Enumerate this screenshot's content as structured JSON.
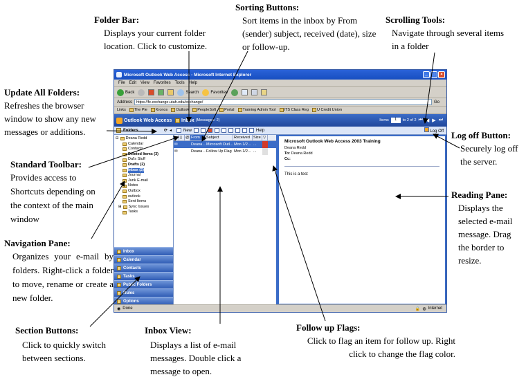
{
  "callouts": {
    "folder_bar": {
      "title": "Folder Bar:",
      "desc": "Displays your current folder location. Click to customize."
    },
    "sorting": {
      "title": "Sorting Buttons:",
      "desc": "Sort items in the inbox by From (sender) subject, received (date), size or follow-up."
    },
    "scrolling": {
      "title": "Scrolling Tools:",
      "desc": "Navigate through several items in a folder"
    },
    "update_all": {
      "title": "Update All Folders:",
      "desc": "Refreshes the browser window to show any new messages or additions."
    },
    "log_off": {
      "title": "Log off Button:",
      "desc": "Securely log off the server."
    },
    "standard_toolbar": {
      "title": "Standard  Toolbar:",
      "desc": "Provides access to Shortcuts depending on the context of the main window"
    },
    "reading_pane": {
      "title": "Reading Pane:",
      "desc": "Displays the selected e-mail message. Drag the border to resize."
    },
    "navigation_pane": {
      "title": "Navigation Pane:",
      "desc": "Organizes your e-mail by folders. Right-click a folder to move, rename or create a new folder."
    },
    "section_buttons": {
      "title": "Section Buttons:",
      "desc": "Click to quickly switch between sections."
    },
    "inbox_view": {
      "title": "Inbox View:",
      "desc": "Displays a list of e-mail messages. Double click a message to open."
    },
    "follow_up": {
      "title": "Follow up Flags:",
      "desc": "Click to flag an item for follow up. Right click to change the flag color."
    }
  },
  "browser": {
    "title": "Microsoft Outlook Web Access - Microsoft Internet Explorer",
    "menu": [
      "File",
      "Edit",
      "View",
      "Favorites",
      "Tools",
      "Help"
    ],
    "toolbar": {
      "back": "Back",
      "search": "Search",
      "favorites": "Favorites"
    },
    "address_label": "Address",
    "address_value": "https://fe.exchange.utah.edu/exchange/",
    "go_label": "Go",
    "links_label": "Links",
    "links": [
      "The Pie",
      "Kronos",
      "Outlook",
      "PeopleSoft",
      "Portal",
      "Training Admin Tool",
      "ITS Class Reg",
      "U Credit Union"
    ]
  },
  "owa": {
    "logo": "Outlook Web Access",
    "folder_title": "Inbox",
    "folder_count": "(Messages: 2)",
    "items_label": "Items",
    "page_value": "1",
    "page_total": "to 2 of 2",
    "folders_label": "Folders",
    "new_label": "New",
    "help_label": "Help",
    "logoff_label": "Log Off"
  },
  "nav_tree": {
    "root": "Deana Redd",
    "items": [
      "Calendar",
      "Contacts",
      "Deleted Items (3)",
      "Dal's Stuff",
      "Drafts (2)",
      "Inbox (2)",
      "Journal",
      "Junk E-mail",
      "Notes",
      "Outbox",
      "outlook",
      "Sent Items",
      "Sync Issues",
      "Tasks"
    ]
  },
  "sections": [
    "Inbox",
    "Calendar",
    "Contacts",
    "Tasks",
    "Public Folders",
    "Rules",
    "Options"
  ],
  "inbox": {
    "headers": [
      "From",
      "Subject",
      "Received",
      "Size"
    ],
    "rows": [
      {
        "from": "Deana ...",
        "subject": "Microsoft Outl...",
        "received": "Mon 1/2...",
        "size": "..."
      },
      {
        "from": "Deana ...",
        "subject": "Follow Up Flag",
        "received": "Mon 1/2...",
        "size": "..."
      }
    ]
  },
  "reading": {
    "subject": "Microsoft Outlook Web Access 2003 Training",
    "sender": "Deana Redd",
    "to_label": "To:",
    "to": "Deana Redd",
    "cc_label": "Cc:",
    "body": "This is a test"
  },
  "status": {
    "left": "Done",
    "zone": "Internet"
  }
}
